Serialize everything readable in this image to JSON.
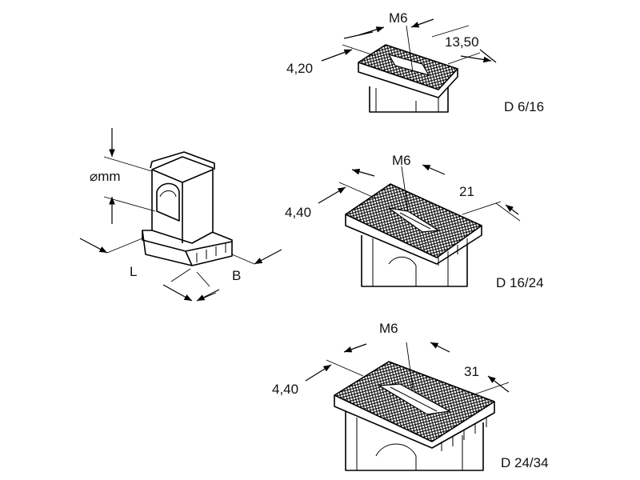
{
  "overview": {
    "dim_diameter": "⌀mm",
    "dim_l": "L",
    "dim_b": "B"
  },
  "variants": [
    {
      "designation": "D 6/16",
      "thread": "M6",
      "dim_small": "4,20",
      "dim_large": "13,50"
    },
    {
      "designation": "D 16/24",
      "thread": "M6",
      "dim_small": "4,40",
      "dim_large": "21"
    },
    {
      "designation": "D 24/34",
      "thread": "M6",
      "dim_small": "4,40",
      "dim_large": "31"
    }
  ]
}
